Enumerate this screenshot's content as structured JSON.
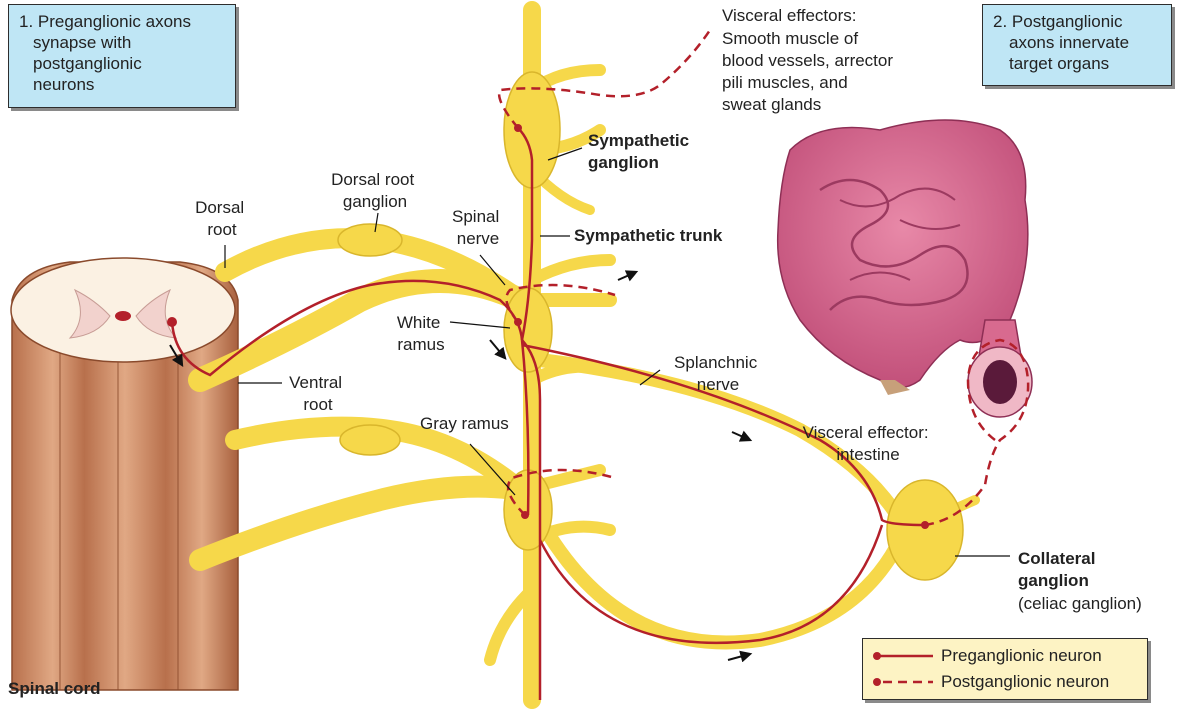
{
  "callouts": {
    "step1": [
      "1. Preganglionic axons",
      "synapse with",
      "postganglionic",
      "neurons"
    ],
    "step2": [
      "2. Postganglionic",
      "axons innervate",
      "target organs"
    ]
  },
  "labels": {
    "visceral_effectors": [
      "Visceral effectors:",
      "Smooth muscle of",
      "blood vessels, arrector",
      "pili muscles, and",
      "sweat glands"
    ],
    "sympathetic_ganglion": [
      "Sympathetic",
      "ganglion"
    ],
    "dorsal_root_ganglion": [
      "Dorsal root",
      "ganglion"
    ],
    "dorsal_root": [
      "Dorsal",
      "root"
    ],
    "spinal_nerve": [
      "Spinal",
      "nerve"
    ],
    "sympathetic_trunk": "Sympathetic trunk",
    "white_ramus": [
      "White",
      "ramus"
    ],
    "ventral_root": [
      "Ventral",
      "root"
    ],
    "splanchnic_nerve": [
      "Splanchnic",
      "nerve"
    ],
    "gray_ramus": "Gray ramus",
    "visceral_effector_intestine": [
      "Visceral effector:",
      "intestine"
    ],
    "collateral_ganglion": [
      "Collateral",
      "ganglion"
    ],
    "celiac": "(celiac ganglion)",
    "spinal_cord": "Spinal cord"
  },
  "legend": {
    "pre": "Preganglionic neuron",
    "post": "Postganglionic neuron"
  },
  "colors": {
    "nerve": "#f6d84a",
    "neuron": "#b3202a",
    "callout_bg": "#bfe6f5",
    "legend_bg": "#fdf3c4",
    "cord": "#c98a66",
    "intestine": "#d86a8f"
  }
}
